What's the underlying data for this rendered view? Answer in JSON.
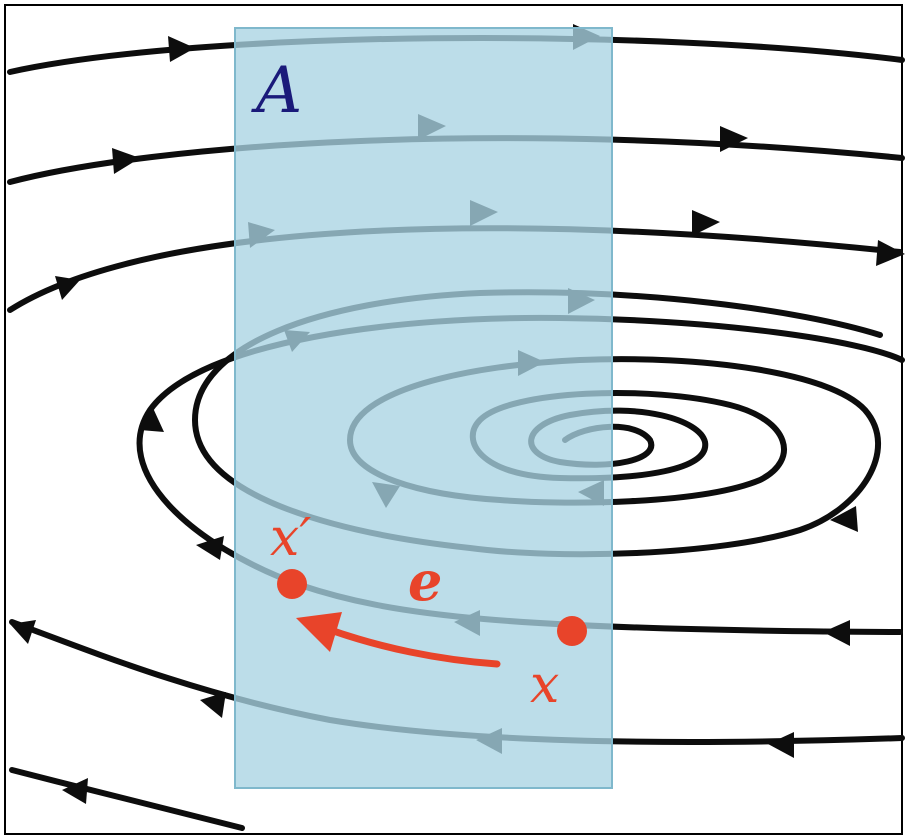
{
  "labels": {
    "region": "A",
    "point_start": "x",
    "point_end": "x′",
    "edge": "e"
  },
  "colors": {
    "flow_lines": "#0d0d0d",
    "region_fill": "#a9d4e3",
    "region_stroke": "#7fb8cc",
    "region_label": "#1a1a7a",
    "highlight": "#e8442a",
    "frame": "#000000"
  }
}
